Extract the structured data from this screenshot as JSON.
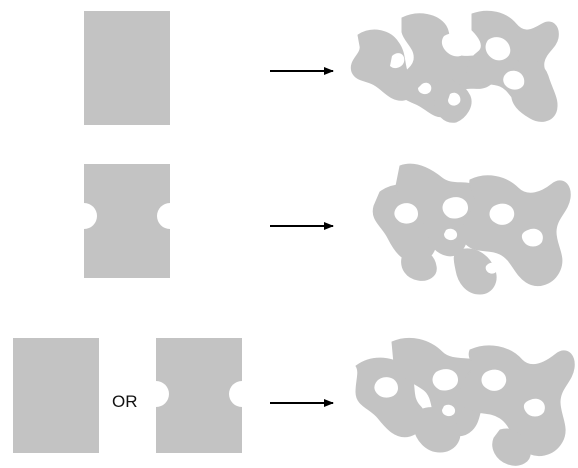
{
  "colors": {
    "shape": "#c3c3c3",
    "arrow": "#000000",
    "text": "#111111",
    "background": "#ffffff"
  },
  "rows": [
    {
      "inputs": [
        "plain-rectangle"
      ],
      "output": "irregular-pattern"
    },
    {
      "inputs": [
        "notched-rectangle"
      ],
      "output": "irregular-pattern"
    },
    {
      "inputs": [
        "plain-rectangle",
        "notched-rectangle"
      ],
      "connector": "OR",
      "output": "irregular-pattern"
    }
  ]
}
